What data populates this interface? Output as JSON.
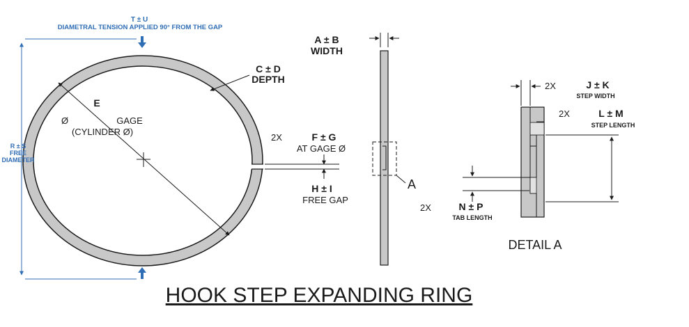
{
  "diagram": {
    "title": "HOOK STEP EXPANDING RING",
    "tension": {
      "symbol": "T ± U",
      "desc": "DIAMETRAL TENSION APPLIED 90° FROM THE GAP"
    },
    "free_diameter": {
      "symbol": "R ± S",
      "line1": "FREE",
      "line2": "DIAMETER"
    },
    "gage": {
      "symbol": "E",
      "phi": "Ø",
      "line1": "GAGE",
      "line2": "(CYLINDER Ø)"
    },
    "depth": {
      "symbol": "C ± D",
      "label": "DEPTH"
    },
    "width": {
      "symbol": "A ± B",
      "label": "WIDTH"
    },
    "gap_at_gage": {
      "mult": "2X",
      "symbol": "F ± G",
      "label": "AT GAGE Ø"
    },
    "free_gap": {
      "symbol": "H ± I",
      "label": "FREE GAP"
    },
    "detail_ref": "A",
    "step_width": {
      "mult": "2X",
      "symbol": "J ± K",
      "label": "STEP WIDTH"
    },
    "step_length": {
      "mult": "2X",
      "symbol": "L ± M",
      "label": "STEP LENGTH"
    },
    "tab_length": {
      "mult": "2X",
      "symbol": "N ± P",
      "label": "TAB LENGTH"
    },
    "detail_title": "DETAIL A"
  },
  "colors": {
    "dim_blue": "#2f6db5",
    "ring_fill": "#c8c8c8",
    "line": "#1a1a1a"
  }
}
